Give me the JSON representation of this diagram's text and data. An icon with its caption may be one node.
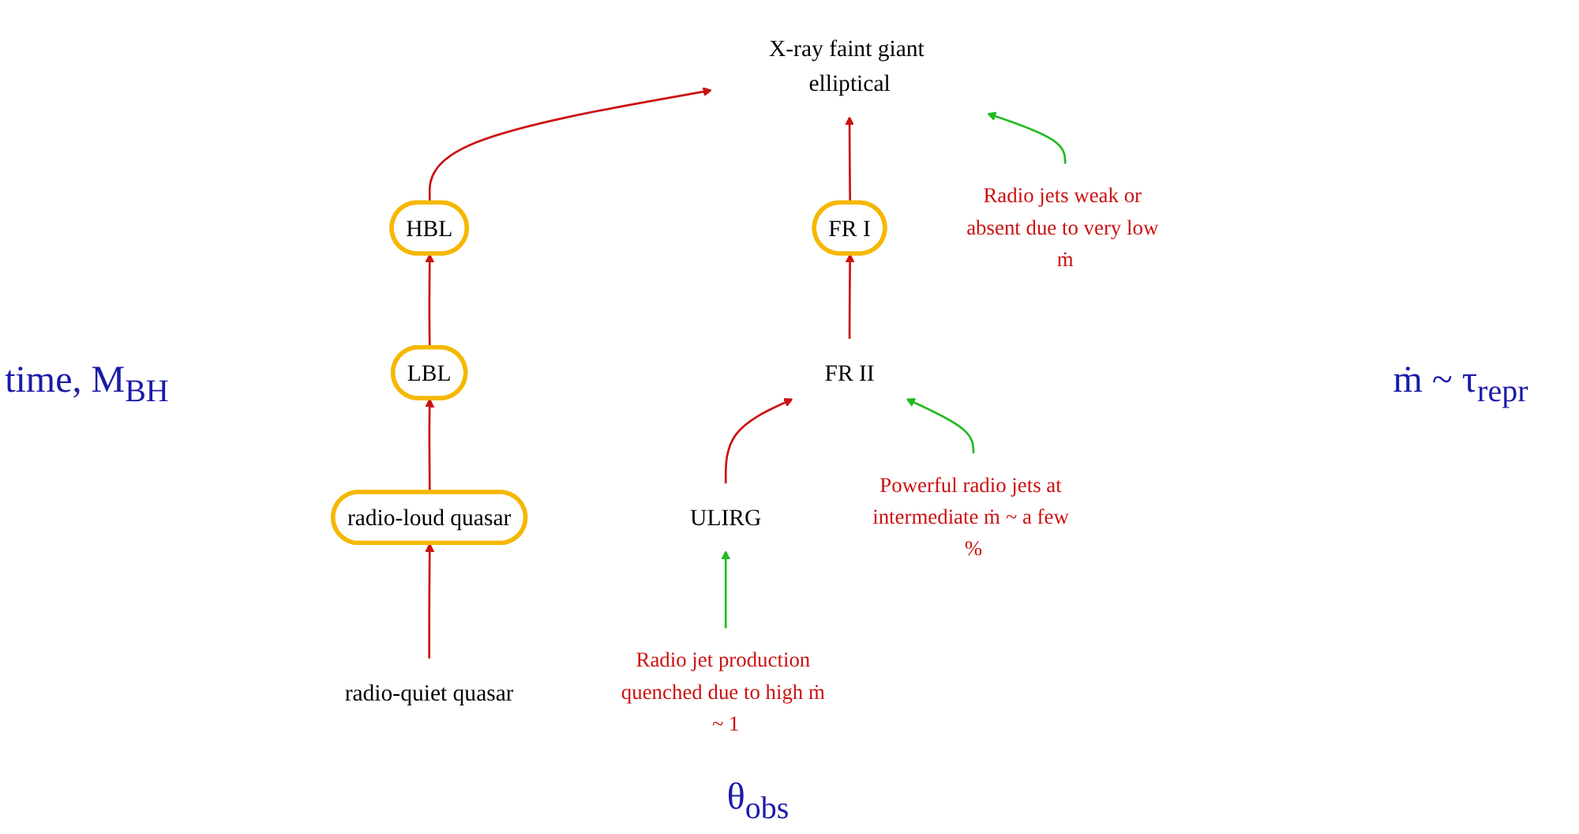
{
  "diagram": {
    "nodes": [
      {
        "text": [
          "X-ray faint giant elliptical"
        ]
      },
      {
        "text": [
          "HBL"
        ]
      },
      {
        "text": [
          "LBL"
        ]
      },
      {
        "text": [
          "radio-loud quasar"
        ]
      },
      {
        "text": [
          "radio-quiet quasar"
        ]
      },
      {
        "text": [
          "FR I"
        ]
      },
      {
        "text": [
          "FR II"
        ]
      },
      {
        "text": [
          "ULIRG"
        ]
      },
      {
        "text": [
          "Radio jets weak or absent due to very low ṁ"
        ]
      },
      {
        "text": [
          "Powerful radio jets at intermediate ṁ ~ a few %"
        ]
      },
      {
        "text": [
          "Radio jet production quenched due to high ṁ ~ 1"
        ]
      }
    ],
    "edges": [
      {
        "from": 4,
        "to": 3,
        "arrow": "to"
      },
      {
        "from": 3,
        "to": 2,
        "arrow": "to"
      },
      {
        "from": 2,
        "to": 1,
        "arrow": "to"
      },
      {
        "from": 1,
        "to": 0,
        "arrow": "to"
      },
      {
        "from": 7,
        "to": 6,
        "arrow": "to"
      },
      {
        "from": 6,
        "to": 5,
        "arrow": "to"
      },
      {
        "from": 5,
        "to": 0,
        "arrow": "to"
      },
      {
        "from": 8,
        "to": 0,
        "arrow": "to",
        "color": "#22bb22"
      },
      {
        "from": 9,
        "to": 6,
        "arrow": "to",
        "color": "#22bb22"
      },
      {
        "from": 10,
        "to": 7,
        "arrow": "to",
        "color": "#22bb22"
      }
    ],
    "labels": [
      "time, M$_{BH}$",
      "ṁ ~ τ$_{repr}$",
      "θ$_{obs}$"
    ]
  }
}
